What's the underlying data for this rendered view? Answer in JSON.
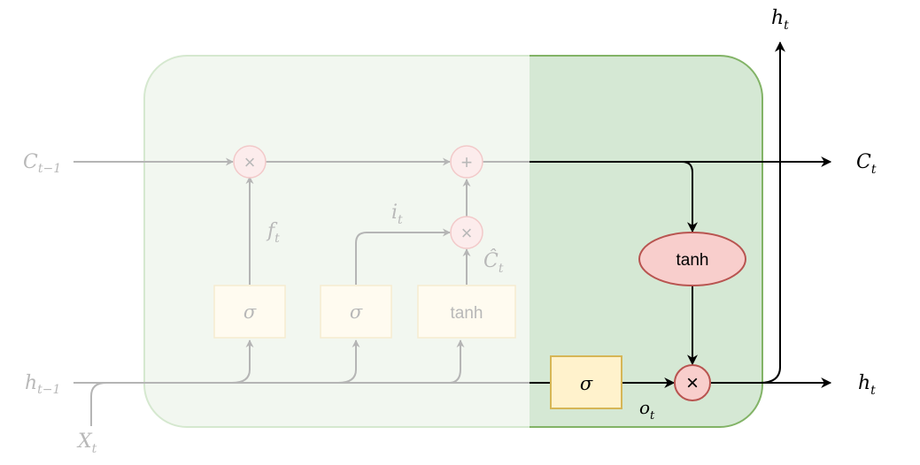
{
  "labels": {
    "c_prev": "C",
    "c_prev_sub": "t−1",
    "h_prev": "h",
    "h_prev_sub": "t−1",
    "x_t": "X",
    "x_t_sub": "t",
    "f_t": "f",
    "f_t_sub": "t",
    "i_t": "i",
    "i_t_sub": "t",
    "c_hat": "Ĉ",
    "c_hat_sub": "t",
    "o_t": "o",
    "o_t_sub": "t",
    "c_out": "C",
    "c_out_sub": "t",
    "h_out_top": "h",
    "h_out_top_sub": "t",
    "h_out_right": "h",
    "h_out_right_sub": "t"
  },
  "gates": {
    "forget_sigma": "σ",
    "input_sigma": "σ",
    "candidate_tanh": "tanh",
    "output_sigma": "σ",
    "cell_tanh": "tanh"
  },
  "ops": {
    "mult_forget": "×",
    "add_cell": "+",
    "mult_input": "×",
    "mult_output": "×"
  },
  "colors": {
    "faded_panel_fill": "#f2f7f0",
    "faded_panel_stroke": "#d5e8cf",
    "active_panel_fill": "#d5e8d4",
    "active_panel_stroke": "#82b366",
    "faded_line": "#b5b5b5",
    "faded_text": "#b8b8b8",
    "faded_gate_fill": "#fffbf0",
    "faded_gate_stroke": "#f6ecd0",
    "faded_op_fill": "#fcecec",
    "faded_op_stroke": "#f2c9c9",
    "active_line": "#000000",
    "gate_fill": "#fff2cc",
    "gate_stroke": "#d6b656",
    "op_fill": "#f8cecc",
    "op_stroke": "#b85450"
  }
}
